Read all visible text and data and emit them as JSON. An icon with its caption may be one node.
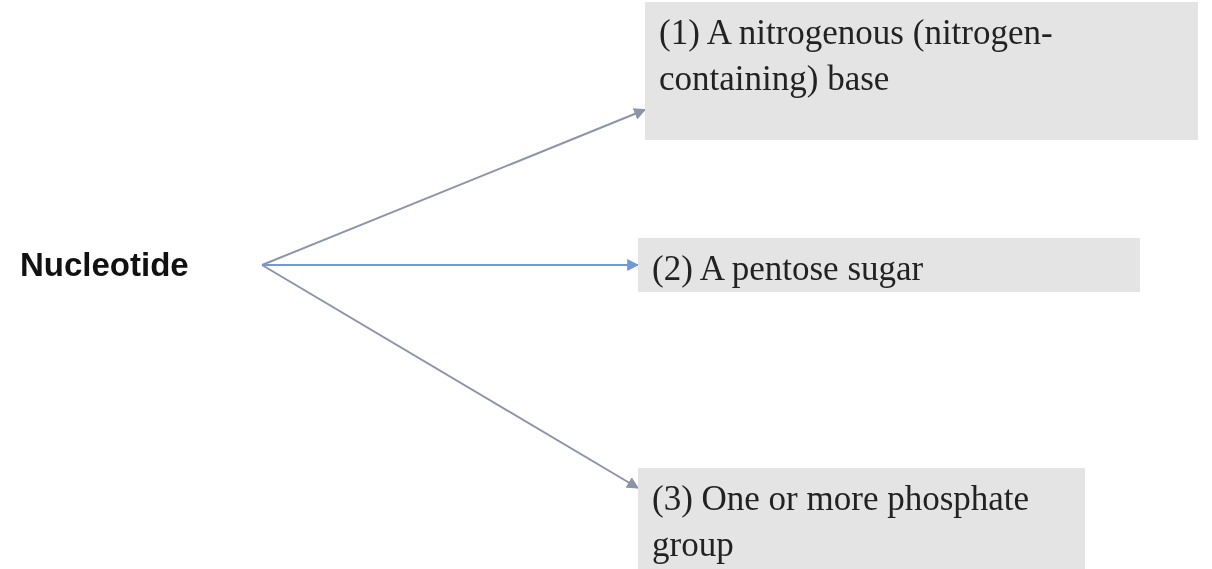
{
  "diagram": {
    "nodes": [
      {
        "text": [
          "Nucleotide"
        ]
      },
      {
        "text": [
          "(1) A nitrogenous (nitrogen-containing) base"
        ]
      },
      {
        "text": [
          "(2) A pentose sugar"
        ]
      },
      {
        "text": [
          "(3) One or more phosphate group"
        ]
      }
    ],
    "edges": [
      {
        "from": 0,
        "to": 1,
        "arrow": "to"
      },
      {
        "from": 0,
        "to": 2,
        "arrow": "to",
        "color": "#6f9ad8"
      },
      {
        "from": 0,
        "to": 3,
        "arrow": "to"
      }
    ]
  }
}
